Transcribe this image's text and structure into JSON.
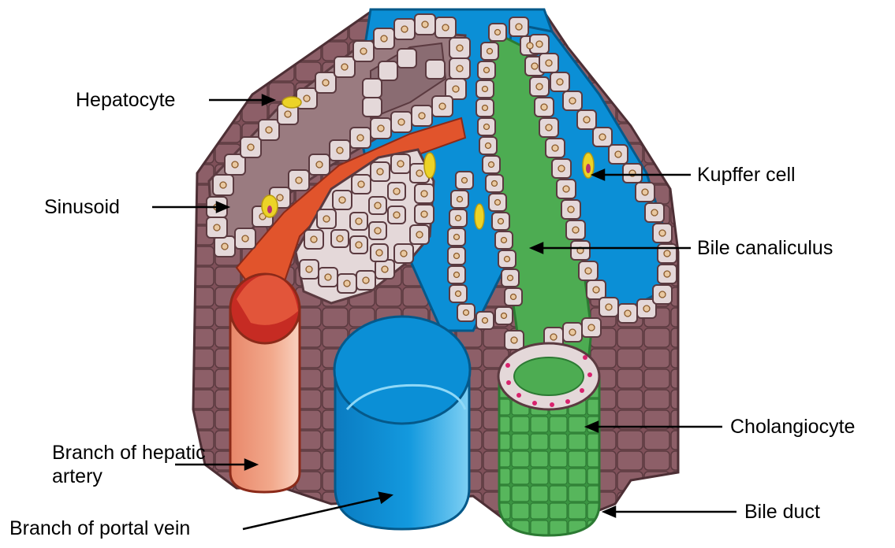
{
  "labels": {
    "hepatocyte": "Hepatocyte",
    "sinusoid": "Sinusoid",
    "kupffer_cell": "Kupffer cell",
    "bile_canaliculus": "Bile canaliculus",
    "cholangiocyte": "Cholangiocyte",
    "bile_duct": "Bile duct",
    "hepatic_artery": "Branch of hepatic artery",
    "portal_vein": "Branch of portal vein"
  },
  "colors": {
    "tissue_base": "#7f5059",
    "tissue_lumen": "#9a7b80",
    "hepatocyte": "#e4d8d9",
    "nucleus": "#e9c8a0",
    "portal_blue": "#0b8fd6",
    "portal_light": "#58b9ec",
    "artery_red": "#d8402e",
    "artery_pink": "#efa182",
    "bile_green": "#4dac52",
    "bile_light": "#8fd08c",
    "kupffer_yellow": "#ecd327",
    "cholangiocyte_dot": "#d8226d"
  }
}
